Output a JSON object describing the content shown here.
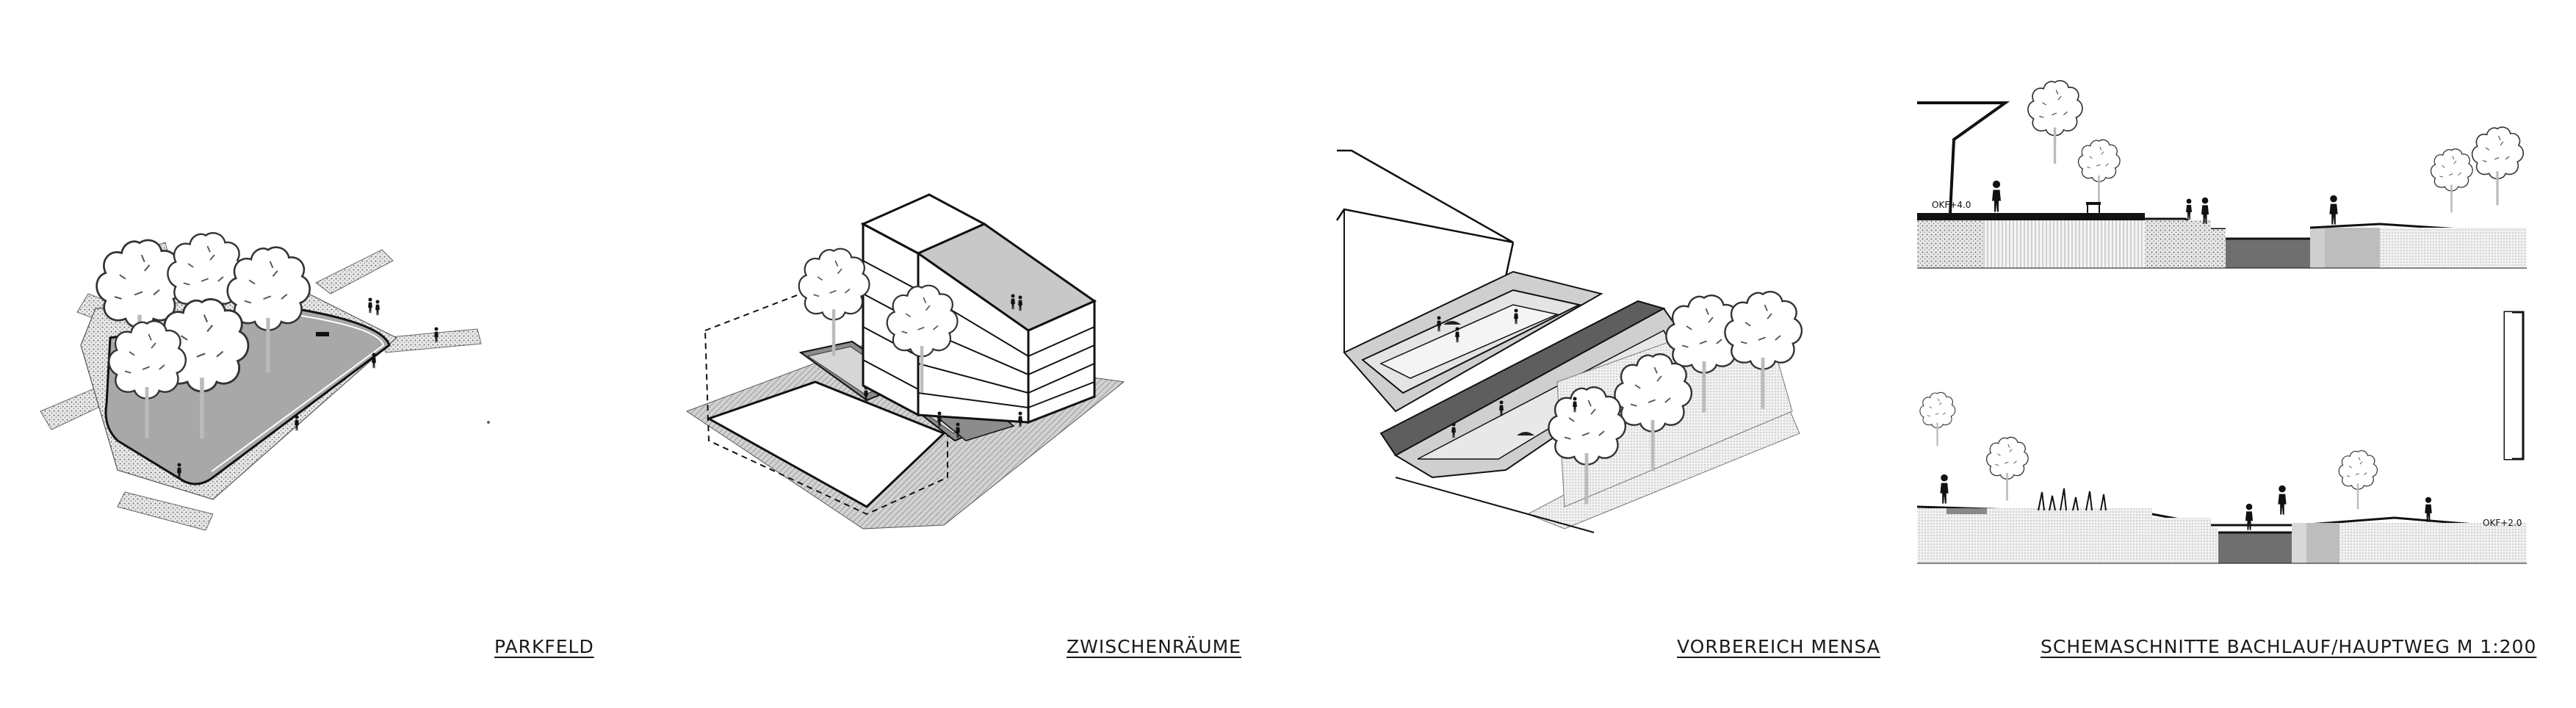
{
  "captions": {
    "parkfeld": "PARKFELD",
    "zwischenraeume": "ZWISCHENRÄUME",
    "vorbereich": "VORBEREICH MENSA",
    "schemaschnitte": "SCHEMASCHNITTE BACHLAUF/HAUPTWEG M 1:200"
  },
  "section_labels": {
    "upper_level": "OKF+4.0",
    "lower_level": "OKF+2.0"
  },
  "colors": {
    "paving_dark": "#8c8c8c",
    "paving_mid": "#bdbdbd",
    "paving_light": "#dcdcdc",
    "water_dark": "#6f6f6f",
    "line": "#111111"
  }
}
